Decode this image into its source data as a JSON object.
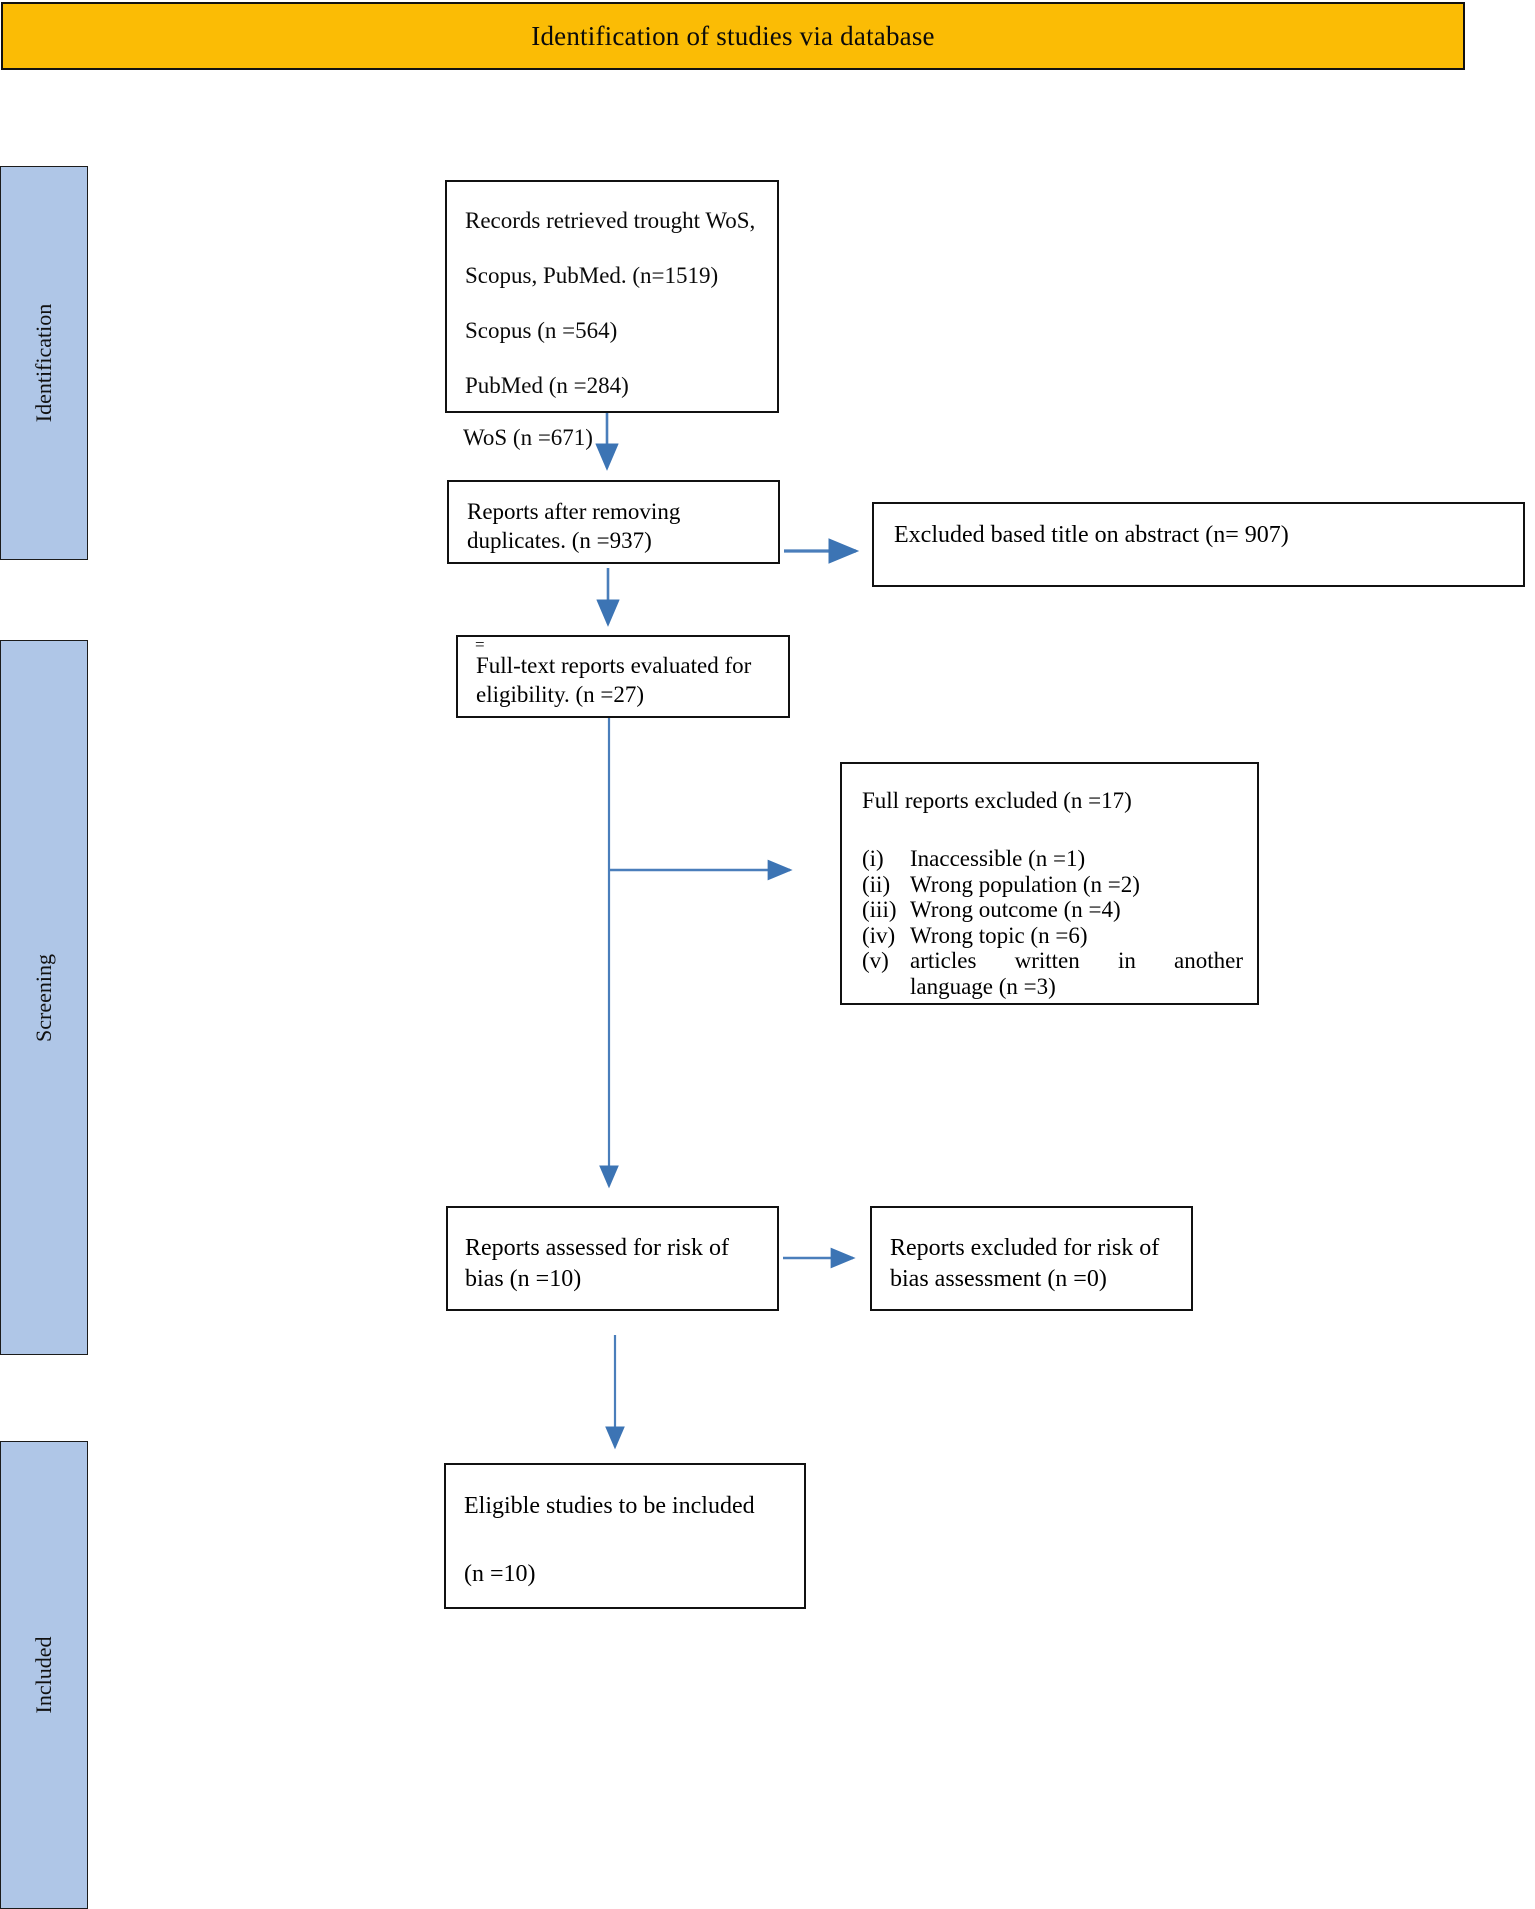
{
  "header": {
    "title": "Identification of studies via database",
    "bg_color": "#FBBC05"
  },
  "stages": [
    {
      "id": "identification",
      "label": "Identification"
    },
    {
      "id": "screening",
      "label": "Screening"
    },
    {
      "id": "included",
      "label": "Included"
    }
  ],
  "stage_color": "#AFC6E7",
  "arrow_color": "#3C74B4",
  "boxes": {
    "records": {
      "line1": "Records retrieved trought WoS,",
      "line2": "Scopus, PubMed. (n=1519)",
      "line3": "Scopus (n =564)",
      "line4": "PubMed (n =284)"
    },
    "wos_note": "WoS (n =671)",
    "duplicates": "Reports after removing duplicates. (n =937)",
    "excluded_title_abstract": "Excluded based title on abstract (n= 907)",
    "fulltext": "Full-text reports evaluated for eligibility. (n =27)",
    "fulltext_artifact": "=",
    "excluded_full": {
      "heading": "Full reports excluded (n =17)",
      "items": [
        {
          "num": "(i)",
          "label": "Inaccessible (n =1)"
        },
        {
          "num": "(ii)",
          "label": "Wrong population (n =2)"
        },
        {
          "num": "(iii)",
          "label": "Wrong outcome (n =4)"
        },
        {
          "num": "(iv)",
          "label": "Wrong topic (n =6)"
        },
        {
          "num": "(v)",
          "label": "articles written in another",
          "label2": "language (n =3)"
        }
      ]
    },
    "risk_assessed": "Reports assessed for risk of bias (n =10)",
    "risk_excluded": "Reports excluded for risk of bias assessment (n =0)",
    "eligible_line1": "Eligible studies to be included",
    "eligible_line2": "(n =10)"
  },
  "chart_data": {
    "type": "diagram",
    "title": "Identification of studies via database",
    "nodes": [
      {
        "id": "records",
        "stage": "Identification",
        "n": 1519,
        "sources": {
          "Scopus": 564,
          "PubMed": 284,
          "WoS": 671
        }
      },
      {
        "id": "duplicates_removed",
        "stage": "Screening",
        "n": 937
      },
      {
        "id": "excluded_title_abstract",
        "stage": "Screening",
        "n": 907
      },
      {
        "id": "fulltext_eligibility",
        "stage": "Screening",
        "n": 27
      },
      {
        "id": "fulltext_excluded",
        "stage": "Screening",
        "n": 17,
        "reasons": {
          "Inaccessible": 1,
          "Wrong population": 2,
          "Wrong outcome": 4,
          "Wrong topic": 6,
          "Other language": 3
        }
      },
      {
        "id": "risk_assessed",
        "stage": "Screening",
        "n": 10
      },
      {
        "id": "risk_excluded",
        "stage": "Screening",
        "n": 0
      },
      {
        "id": "eligible_included",
        "stage": "Included",
        "n": 10
      }
    ]
  }
}
